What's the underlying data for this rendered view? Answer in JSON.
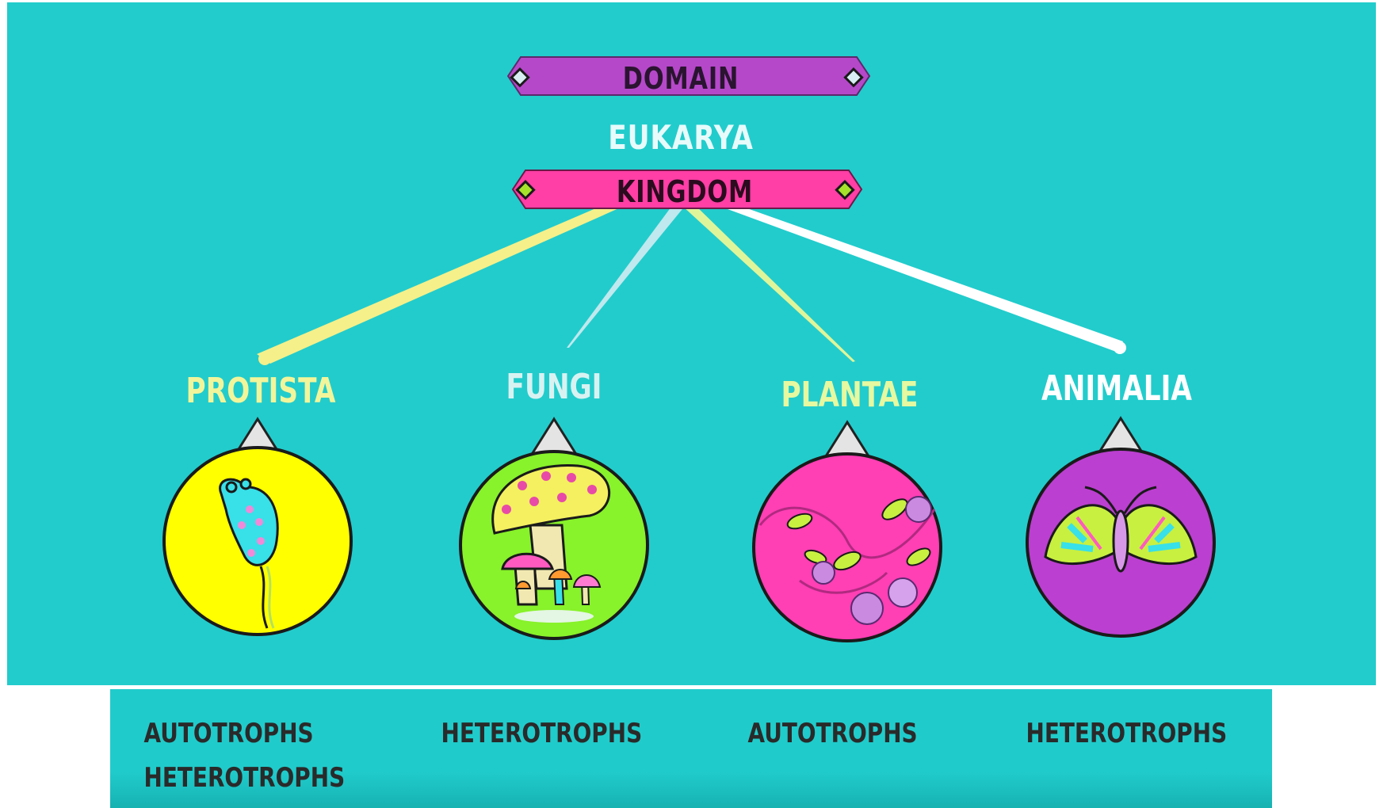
{
  "hierarchy": {
    "domain_label": "DOMAIN",
    "domain_value": "EUKARYA",
    "kingdom_label": "KINGDOM"
  },
  "kingdoms": [
    {
      "name": "PROTISTA",
      "name_color": "#f2f59a",
      "circle_color": "#ffff00",
      "organism": "protist",
      "branch_color": "#f5f08a",
      "nutrition": [
        "AUTOTROPHS",
        "HETEROTROPHS"
      ]
    },
    {
      "name": "FUNGI",
      "name_color": "#d8f2f2",
      "circle_color": "#88f22a",
      "organism": "mushrooms",
      "branch_color": "#bfe9ee",
      "nutrition": [
        "HETEROTROPHS"
      ]
    },
    {
      "name": "PLANTAE",
      "name_color": "#e6f8a0",
      "circle_color": "#ff3fb4",
      "organism": "vine-with-leaves",
      "branch_color": "#dff59a",
      "nutrition": [
        "AUTOTROPHS"
      ]
    },
    {
      "name": "ANIMALIA",
      "name_color": "#ffffff",
      "circle_color": "#bb3fd0",
      "organism": "moth",
      "branch_color": "#ffffff",
      "nutrition": [
        "HETEROTROPHS"
      ]
    }
  ],
  "colors": {
    "background": "#22cccc",
    "domain_banner": "#b548c9",
    "kingdom_banner": "#ff3ea6"
  }
}
